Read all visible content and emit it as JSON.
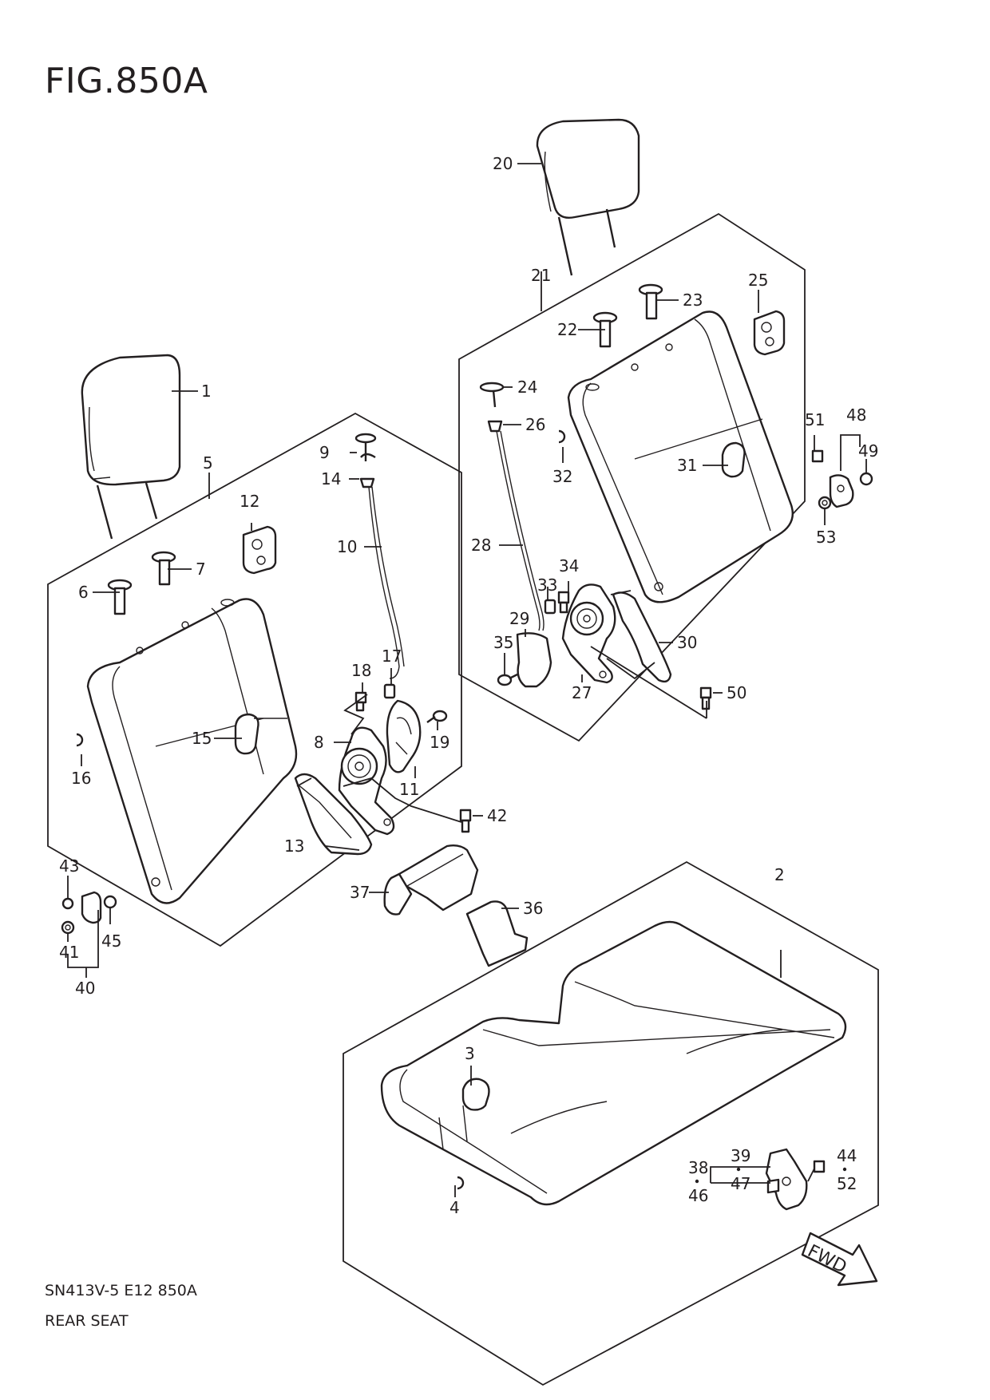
{
  "figure": {
    "title": "FIG.850A",
    "code": "SN413V-5 E12 850A",
    "name": "REAR SEAT",
    "arrow_label": "FWD"
  },
  "callouts": [
    "1",
    "2",
    "3",
    "4",
    "5",
    "6",
    "7",
    "8",
    "9",
    "10",
    "11",
    "12",
    "13",
    "14",
    "15",
    "16",
    "17",
    "18",
    "19",
    "20",
    "21",
    "22",
    "23",
    "24",
    "25",
    "26",
    "27",
    "28",
    "29",
    "30",
    "31",
    "32",
    "33",
    "34",
    "35",
    "36",
    "37",
    "38",
    "39",
    "40",
    "41",
    "42",
    "43",
    "44",
    "45",
    "46",
    "47",
    "48",
    "49",
    "50",
    "51",
    "52",
    "53"
  ]
}
